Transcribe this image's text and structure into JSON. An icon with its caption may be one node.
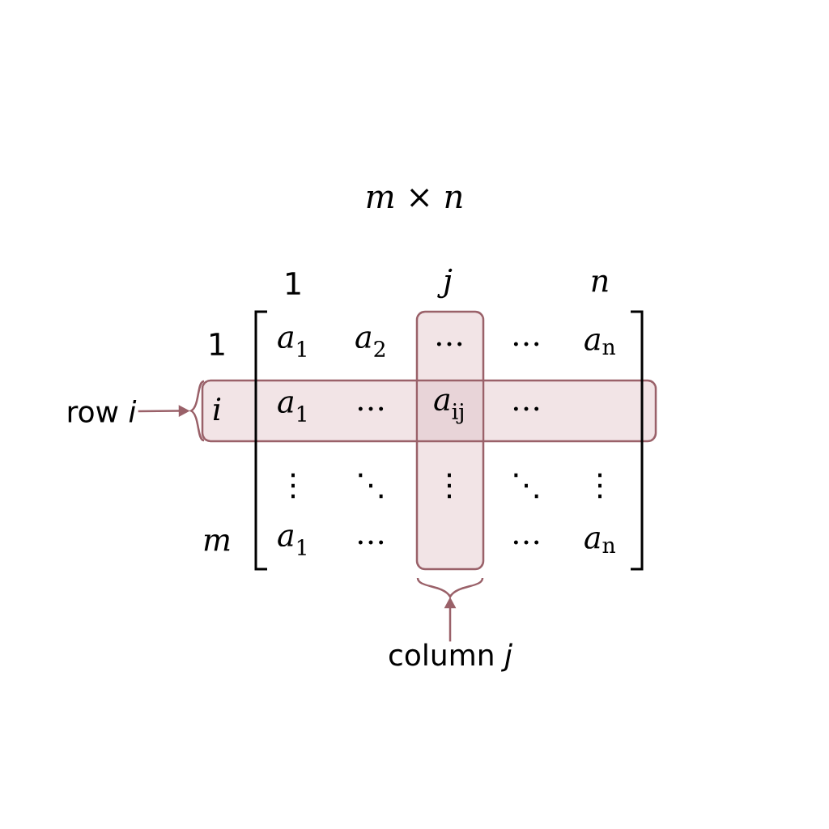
{
  "diagram": {
    "title": "*m* × *n*",
    "nodes": [
      {
        "text": [],
        "shape": "bar"
      },
      {
        "text": [],
        "shape": "bar"
      },
      {
        "text": [
          "row *i*"
        ]
      },
      {
        "text": [
          "column *j*"
        ]
      }
    ],
    "edges": [
      {
        "from": 2,
        "to": 0,
        "arrow": "to"
      },
      {
        "from": 3,
        "to": 1,
        "arrow": "to"
      }
    ],
    "labels": [
      "1",
      "*j*",
      "*n*",
      "1",
      "*a*$_{1}$",
      "*a*$_{2}$",
      "…",
      "…",
      "*a*$_{n}$",
      "*i*",
      "*a*$_{1}$",
      "…",
      "*a*$_{ij}$",
      "…",
      "⋮",
      "⋱",
      "⋮",
      "⋱",
      "⋮",
      "*m*",
      "*a*$_{1}$",
      "…",
      "…",
      "*a*$_{n}$"
    ]
  }
}
